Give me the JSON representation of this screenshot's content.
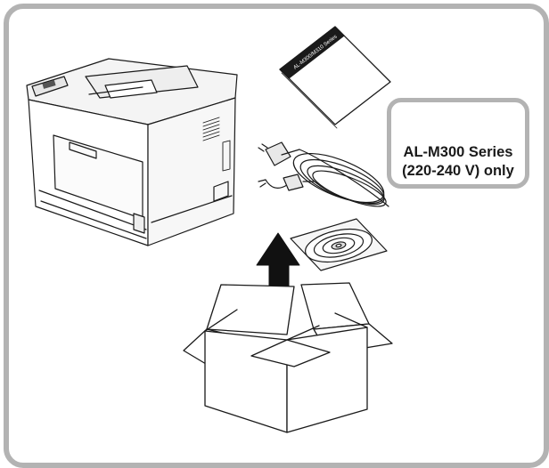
{
  "manual": {
    "title": "AL-M300/M310 Series"
  },
  "callout": {
    "line1": "AL-M300 Series",
    "line2": "(220-240 V) only"
  },
  "colors": {
    "frame_border": "#b3b3b3",
    "line_art": "#1a1a1a",
    "arrow": "#111111"
  },
  "icons": {
    "printer": "printer-icon",
    "manual": "manual-icon",
    "power_cord": "power-cord-icon",
    "ferrite_core": "ferrite-core-icon",
    "cd": "cd-icon",
    "arrow": "arrow-up-icon",
    "box": "open-box-icon"
  }
}
